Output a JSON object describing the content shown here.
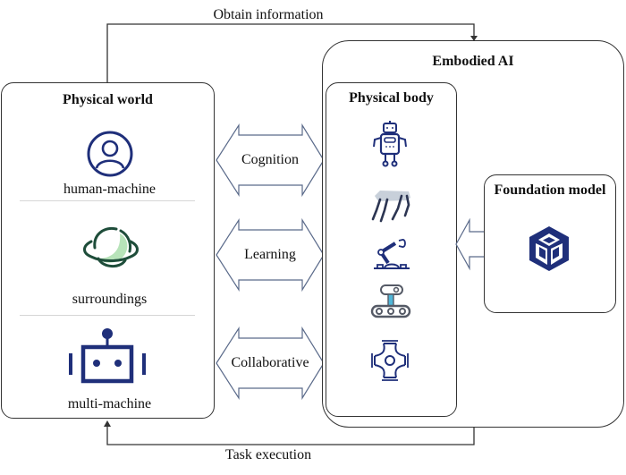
{
  "connectors": {
    "top_label": "Obtain information",
    "bottom_label": "Task execution"
  },
  "physical_world": {
    "title": "Physical world",
    "items": [
      {
        "label": "human-machine",
        "icon": "user-circle-icon"
      },
      {
        "label": "surroundings",
        "icon": "planet-icon"
      },
      {
        "label": "multi-machine",
        "icon": "robot-head-icon"
      }
    ]
  },
  "interactions": [
    {
      "label": "Cognition"
    },
    {
      "label": "Learning"
    },
    {
      "label": "Collaborative"
    }
  ],
  "embodied_ai": {
    "title": "Embodied AI",
    "physical_body": {
      "title": "Physical body",
      "icons": [
        "humanoid-robot-icon",
        "quadruped-robot-icon",
        "robotic-arm-icon",
        "tracked-robot-icon",
        "drone-icon"
      ]
    },
    "foundation_model": {
      "title": "Foundation model",
      "icon": "cube-model-icon"
    }
  },
  "colors": {
    "icon_navy": "#1f2f7a",
    "planet_dark": "#1e4d3a",
    "planet_fill": "#b7e3b9",
    "border": "#333333",
    "arrow_stroke": "#5a6a8a"
  }
}
